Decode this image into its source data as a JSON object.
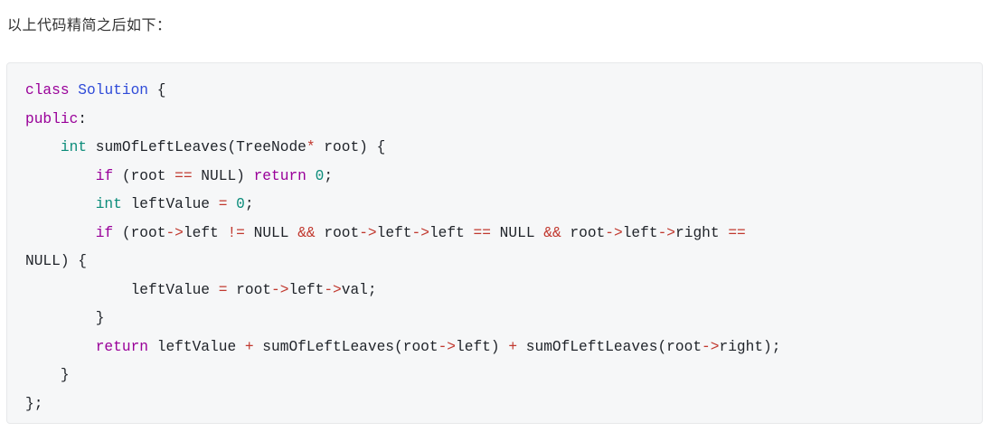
{
  "intro_text": "以上代码精简之后如下：",
  "code_block": {
    "language": "cpp",
    "lines": [
      [
        {
          "t": "class",
          "k": "kw"
        },
        {
          "t": " ",
          "k": "plain"
        },
        {
          "t": "Solution",
          "k": "cls"
        },
        {
          "t": " {",
          "k": "plain"
        }
      ],
      [
        {
          "t": "public",
          "k": "kw"
        },
        {
          "t": ":",
          "k": "plain"
        }
      ],
      [
        {
          "t": "    ",
          "k": "plain"
        },
        {
          "t": "int",
          "k": "type"
        },
        {
          "t": " sumOfLeftLeaves(TreeNode",
          "k": "plain"
        },
        {
          "t": "*",
          "k": "op"
        },
        {
          "t": " root) {",
          "k": "plain"
        }
      ],
      [
        {
          "t": "        ",
          "k": "plain"
        },
        {
          "t": "if",
          "k": "kw"
        },
        {
          "t": " (root ",
          "k": "plain"
        },
        {
          "t": "==",
          "k": "op"
        },
        {
          "t": " NULL) ",
          "k": "plain"
        },
        {
          "t": "return",
          "k": "kw"
        },
        {
          "t": " ",
          "k": "plain"
        },
        {
          "t": "0",
          "k": "num"
        },
        {
          "t": ";",
          "k": "plain"
        }
      ],
      [
        {
          "t": "        ",
          "k": "plain"
        },
        {
          "t": "int",
          "k": "type"
        },
        {
          "t": " leftValue ",
          "k": "plain"
        },
        {
          "t": "=",
          "k": "op"
        },
        {
          "t": " ",
          "k": "plain"
        },
        {
          "t": "0",
          "k": "num"
        },
        {
          "t": ";",
          "k": "plain"
        }
      ],
      [
        {
          "t": "        ",
          "k": "plain"
        },
        {
          "t": "if",
          "k": "kw"
        },
        {
          "t": " (root",
          "k": "plain"
        },
        {
          "t": "->",
          "k": "op"
        },
        {
          "t": "left ",
          "k": "plain"
        },
        {
          "t": "!=",
          "k": "op"
        },
        {
          "t": " NULL ",
          "k": "plain"
        },
        {
          "t": "&&",
          "k": "op"
        },
        {
          "t": " root",
          "k": "plain"
        },
        {
          "t": "->",
          "k": "op"
        },
        {
          "t": "left",
          "k": "plain"
        },
        {
          "t": "->",
          "k": "op"
        },
        {
          "t": "left ",
          "k": "plain"
        },
        {
          "t": "==",
          "k": "op"
        },
        {
          "t": " NULL ",
          "k": "plain"
        },
        {
          "t": "&&",
          "k": "op"
        },
        {
          "t": " root",
          "k": "plain"
        },
        {
          "t": "->",
          "k": "op"
        },
        {
          "t": "left",
          "k": "plain"
        },
        {
          "t": "->",
          "k": "op"
        },
        {
          "t": "right ",
          "k": "plain"
        },
        {
          "t": "==",
          "k": "op"
        }
      ],
      [
        {
          "t": "NULL) {",
          "k": "plain"
        }
      ],
      [
        {
          "t": "            leftValue ",
          "k": "plain"
        },
        {
          "t": "=",
          "k": "op"
        },
        {
          "t": " root",
          "k": "plain"
        },
        {
          "t": "->",
          "k": "op"
        },
        {
          "t": "left",
          "k": "plain"
        },
        {
          "t": "->",
          "k": "op"
        },
        {
          "t": "val;",
          "k": "plain"
        }
      ],
      [
        {
          "t": "        }",
          "k": "plain"
        }
      ],
      [
        {
          "t": "        ",
          "k": "plain"
        },
        {
          "t": "return",
          "k": "kw"
        },
        {
          "t": " leftValue ",
          "k": "plain"
        },
        {
          "t": "+",
          "k": "op"
        },
        {
          "t": " sumOfLeftLeaves(root",
          "k": "plain"
        },
        {
          "t": "->",
          "k": "op"
        },
        {
          "t": "left) ",
          "k": "plain"
        },
        {
          "t": "+",
          "k": "op"
        },
        {
          "t": " sumOfLeftLeaves(root",
          "k": "plain"
        },
        {
          "t": "->",
          "k": "op"
        },
        {
          "t": "right);",
          "k": "plain"
        }
      ],
      [
        {
          "t": "    }",
          "k": "plain"
        }
      ],
      [
        {
          "t": "};",
          "k": "plain"
        }
      ]
    ]
  },
  "colors": {
    "keyword": "#990099",
    "type": "#0b8c7a",
    "class_name": "#2f4bd8",
    "number": "#0b8c7a",
    "operator": "#c1382e",
    "text": "#1f2329",
    "code_background": "#f6f7f8"
  }
}
